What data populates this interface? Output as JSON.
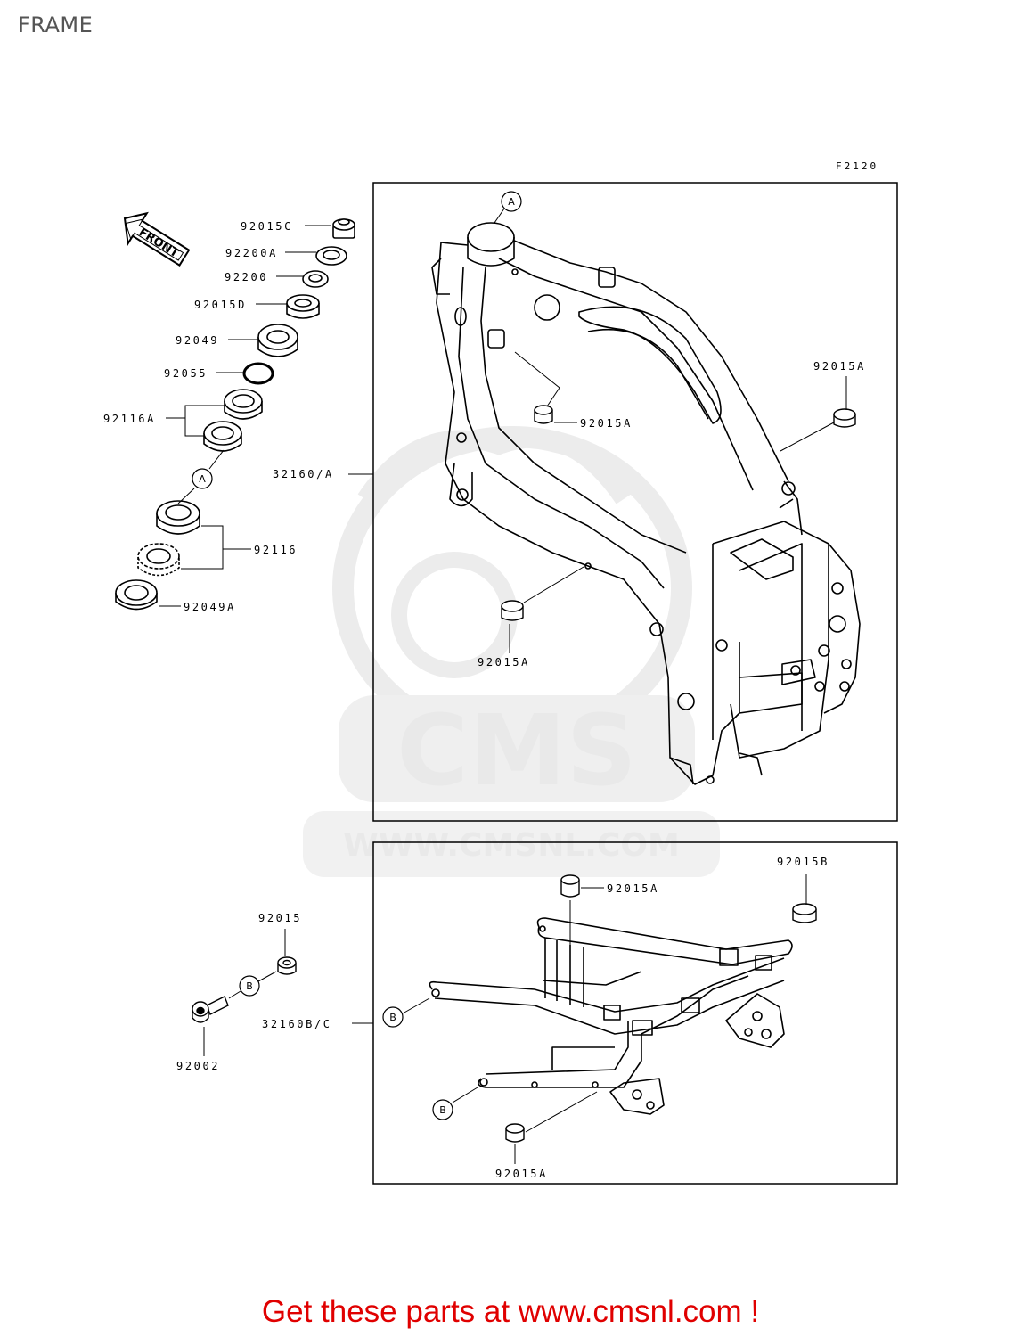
{
  "page_title": "FRAME",
  "diagram_code": "F2120",
  "front_label": "FRONT",
  "watermark": {
    "logo": "CMS",
    "url": "WWW.CMSNL.COM"
  },
  "refs": {
    "a": "A",
    "b": "B"
  },
  "parts": {
    "p92015C": "92015C",
    "p92200A": "92200A",
    "p92200": "92200",
    "p92015D": "92015D",
    "p92049": "92049",
    "p92055": "92055",
    "p92116A": "92116A",
    "p92116": "92116",
    "p92049A": "92049A",
    "p32160A": "32160/A",
    "p92015A": "92015A",
    "p92015B": "92015B",
    "p92015": "92015",
    "p92002": "92002",
    "p32160BC": "32160B/C"
  },
  "cta_text": "Get these parts at www.cmsnl.com !"
}
